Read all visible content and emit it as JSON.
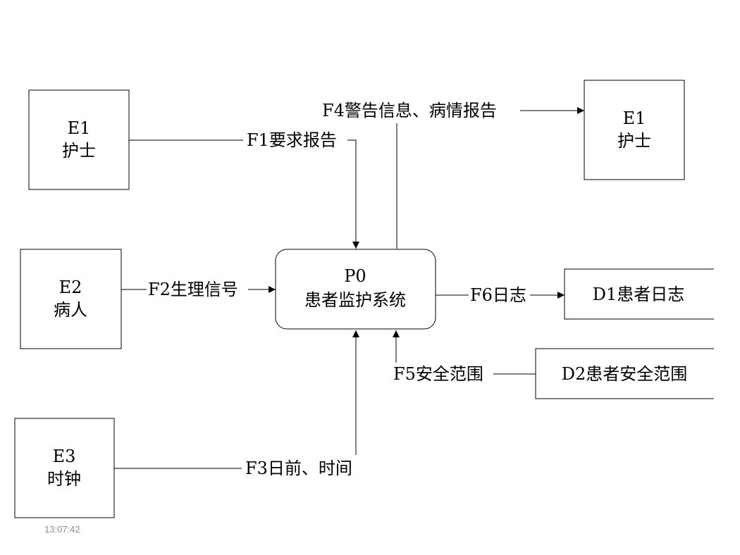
{
  "entities": {
    "e1_left": {
      "id": "E1",
      "name": "护士"
    },
    "e1_right": {
      "id": "E1",
      "name": "护士"
    },
    "e2": {
      "id": "E2",
      "name": "病人"
    },
    "e3": {
      "id": "E3",
      "name": "时钟"
    }
  },
  "process": {
    "id": "P0",
    "name": "患者监护系统"
  },
  "stores": {
    "d1": "D1患者日志",
    "d2": "D2患者安全范围"
  },
  "flows": {
    "f1": "F1要求报告",
    "f2": "F2生理信号",
    "f3": "F3日前、时间",
    "f4": "F4警告信息、病情报告",
    "f5": "F5安全范围",
    "f6": "F6日志"
  },
  "timestamp": "13:07:42"
}
